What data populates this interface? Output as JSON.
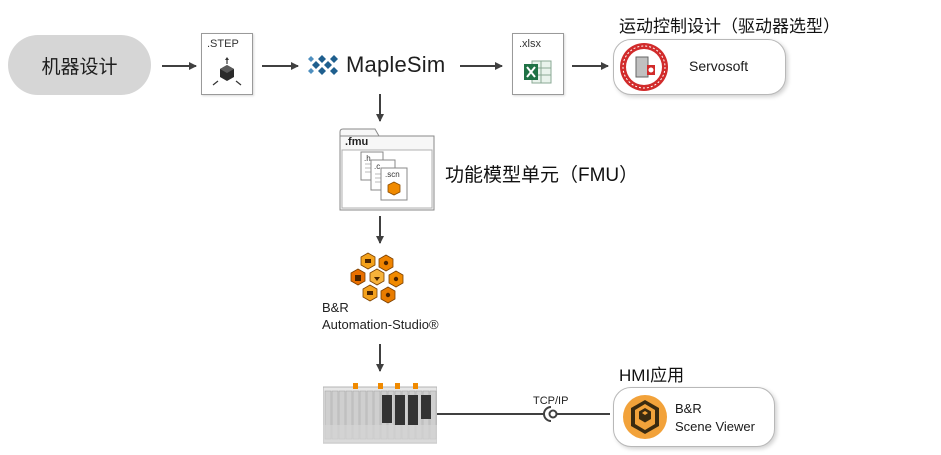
{
  "machine_design": "机器设计",
  "step_label": ".STEP",
  "maplesim_name": "MapleSim",
  "xlsx_label": ".xlsx",
  "motion_caption": "运动控制设计（驱动器选型）",
  "servosoft_name": "Servosoft",
  "fmu_folder_label": ".fmu",
  "fmu_file_h": ".h",
  "fmu_file_c": ".c",
  "fmu_file_scn": ".scn",
  "fmu_caption": "功能模型单元（FMU）",
  "br_line1": "B&R",
  "br_line2": "Automation-Studio®",
  "tcpip_label": "TCP/IP",
  "hmi_caption": "HMI应用",
  "viewer_line1": "B&R",
  "viewer_line2": "Scene Viewer",
  "colors": {
    "arrow": "#404040",
    "pill_bg": "#d6d6d6",
    "maplesim_blue": "#1f5f8e",
    "excel_green": "#1f7245",
    "servosoft_red": "#d12b2b",
    "br_orange": "#f08a00",
    "viewer_orange": "#f2a23a"
  },
  "icons": {
    "step": "cube-axes-icon",
    "maplesim": "maplesim-logo-icon",
    "xlsx": "excel-icon",
    "servosoft": "servosoft-logo-icon",
    "fmu": "folder-files-icon",
    "automation_studio": "automation-studio-logo-icon",
    "plc": "plc-hardware-icon",
    "scene_viewer": "scene-viewer-logo-icon"
  }
}
